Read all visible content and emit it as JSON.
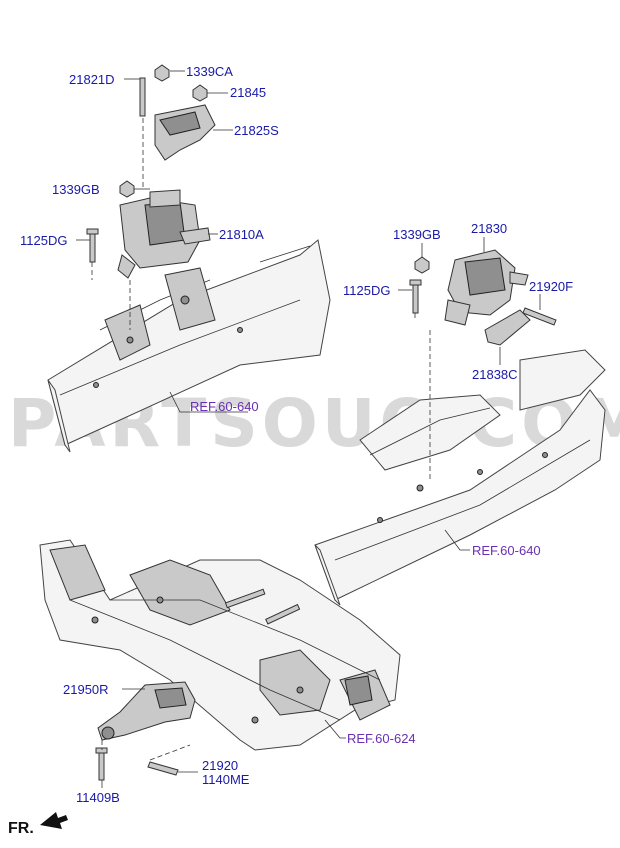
{
  "watermark": "PARTSOUQ.COM",
  "orientation_label": "FR.",
  "part_labels": {
    "p21821D": "21821D",
    "p1339CA": "1339CA",
    "p21845": "21845",
    "p21825S": "21825S",
    "p1339GB": "1339GB",
    "p21810A": "21810A",
    "p1125DG_left": "1125DG",
    "p21830": "21830",
    "p1339GB_right": "1339GB",
    "p1125DG_right": "1125DG",
    "p21920F": "21920F",
    "p21838C": "21838C",
    "p21950R": "21950R",
    "p21920": "21920",
    "p1140ME": "1140ME",
    "p11409B": "11409B"
  },
  "references": {
    "ref_left": "REF.60-640",
    "ref_right": "REF.60-640",
    "ref_bottom": "REF.60-624"
  }
}
